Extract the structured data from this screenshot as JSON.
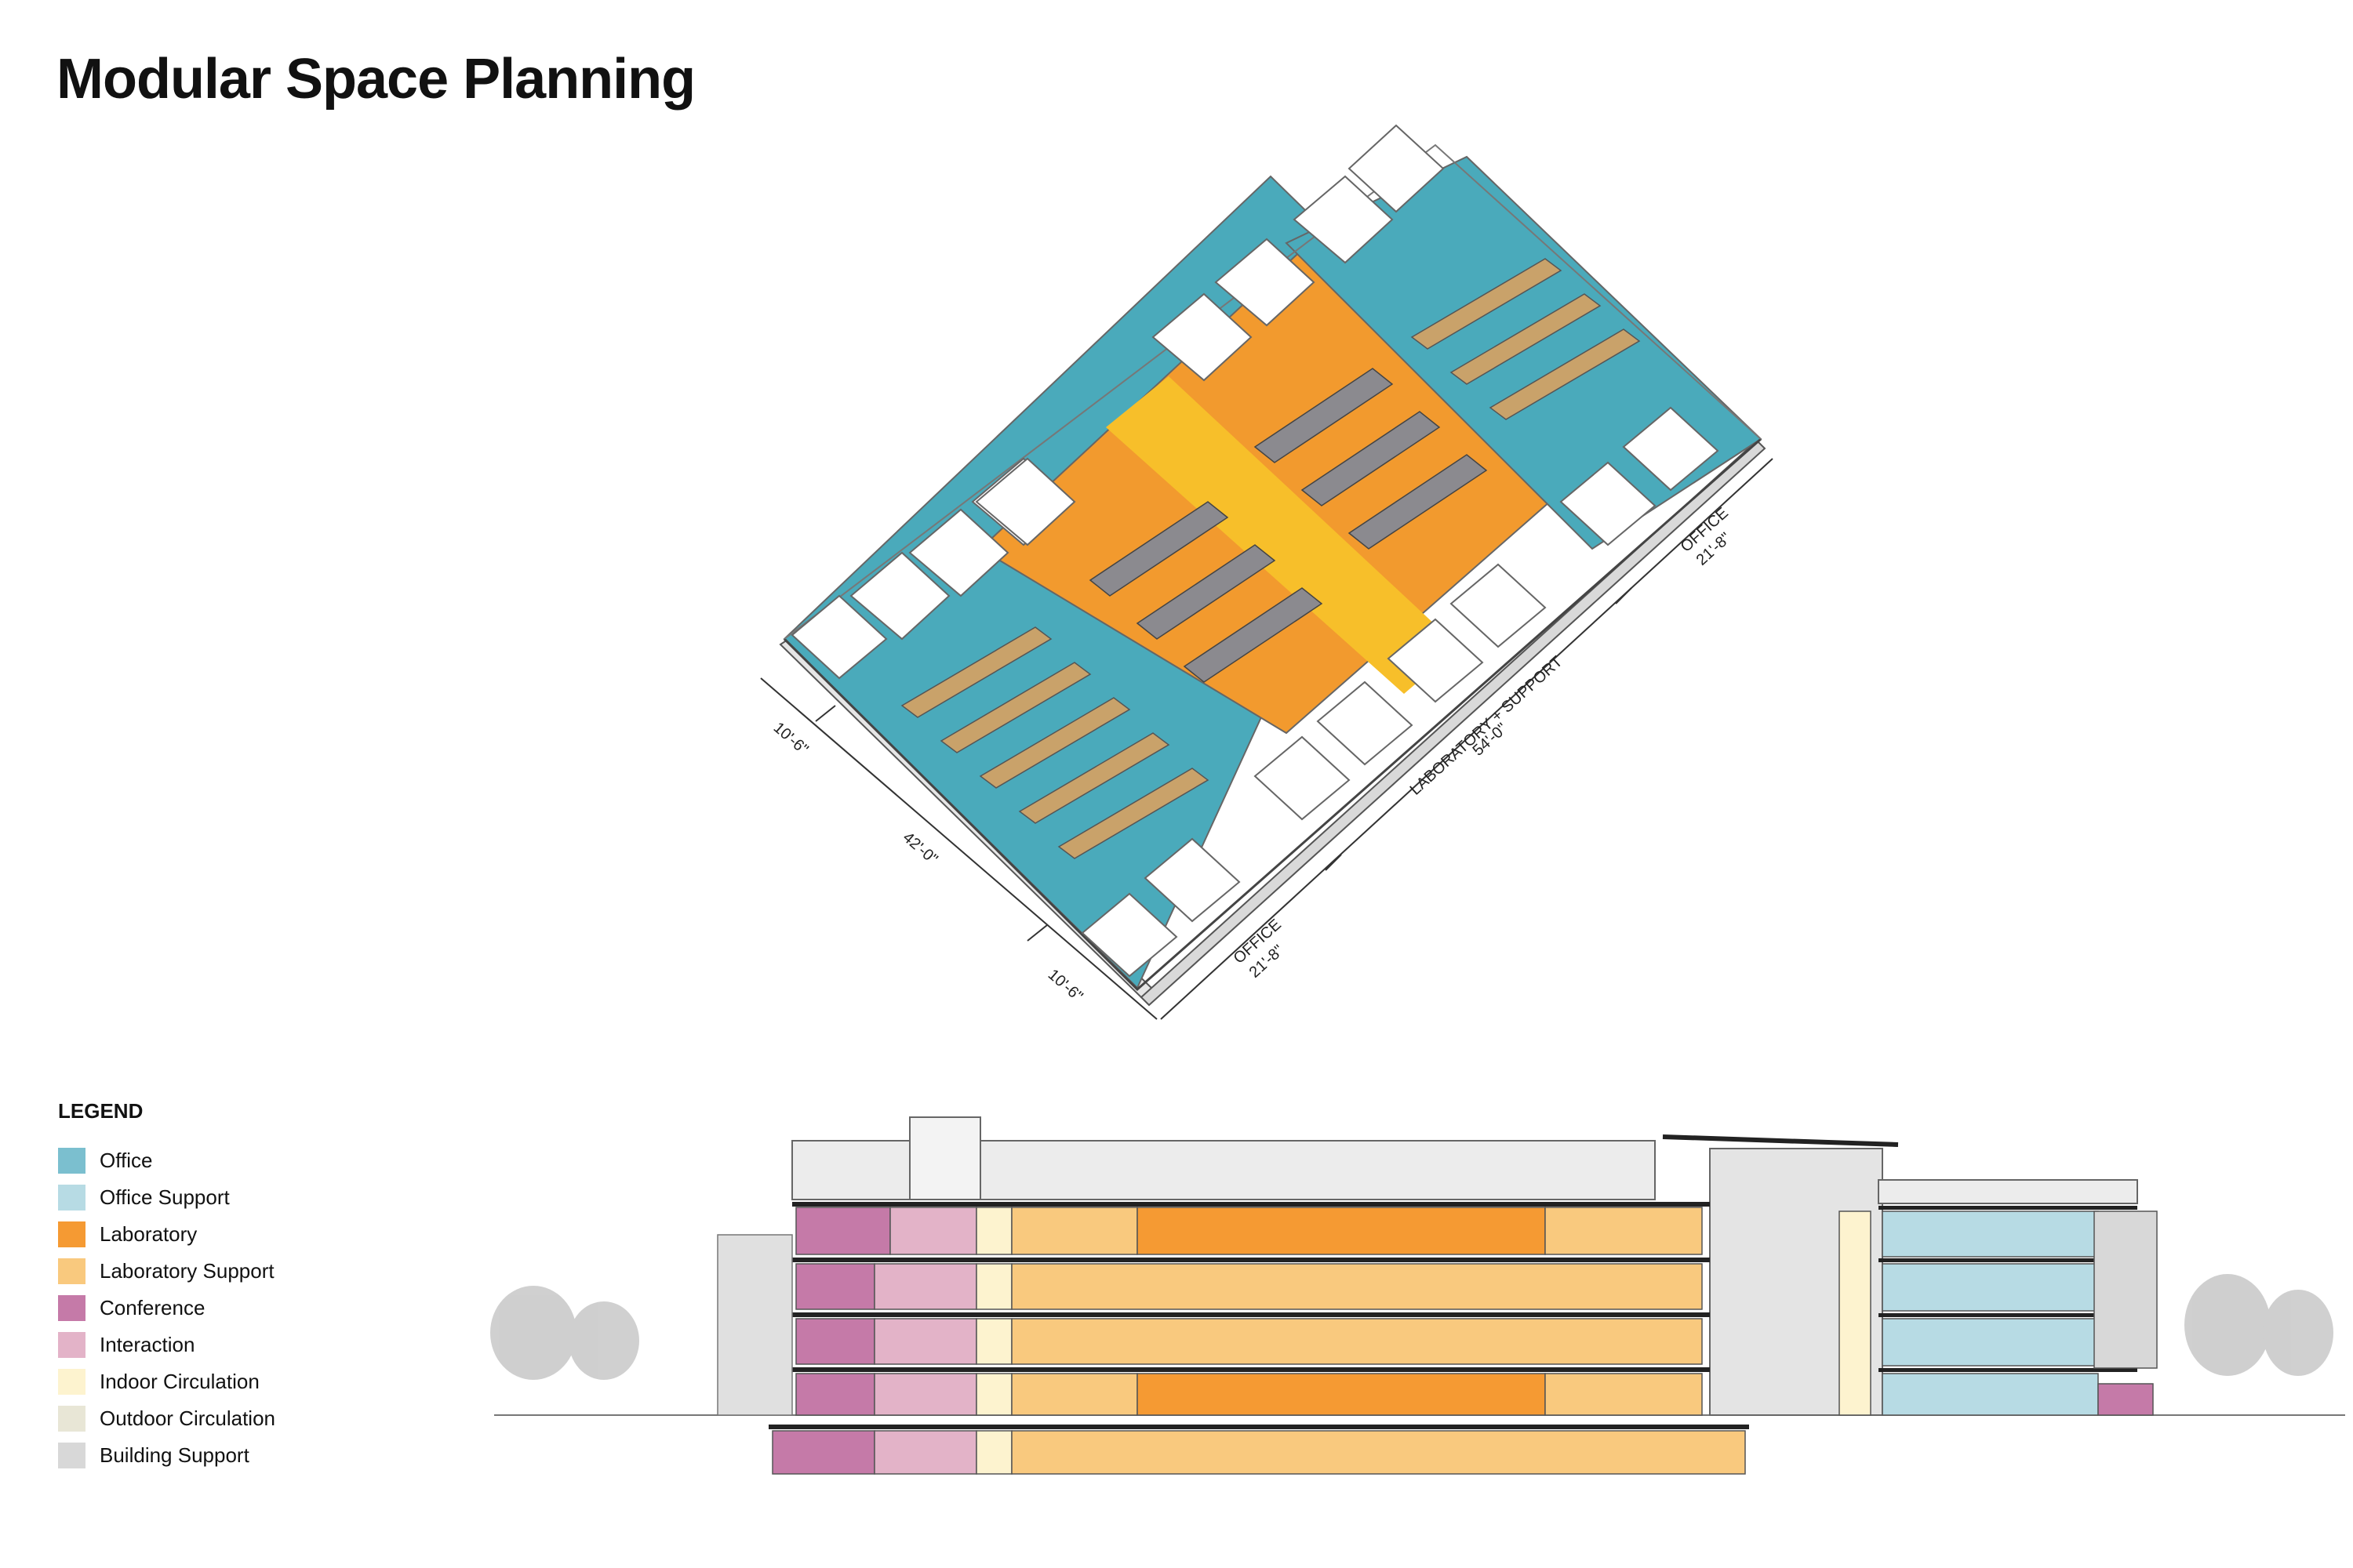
{
  "title": "Modular Space Planning",
  "dimensions": {
    "office_top": "OFFICE",
    "office_top_size": "21'-8\"",
    "lab": "LABORATORY + SUPPORT",
    "lab_size": "54'-0\"",
    "office_bottom": "OFFICE",
    "office_bottom_size": "21'-8\"",
    "side_a": "10'-6\"",
    "side_b": "42'-0\"",
    "side_c": "10'-6\""
  },
  "legend": {
    "title": "LEGEND",
    "items": [
      {
        "label": "Office",
        "color": "#7bbfcf"
      },
      {
        "label": "Office Support",
        "color": "#b7dbe4"
      },
      {
        "label": "Laboratory",
        "color": "#f59a33"
      },
      {
        "label": "Laboratory Support",
        "color": "#f9c97e"
      },
      {
        "label": "Conference",
        "color": "#c57aa8"
      },
      {
        "label": "Interaction",
        "color": "#e3b3c8"
      },
      {
        "label": "Indoor Circulation",
        "color": "#fdf3cf"
      },
      {
        "label": "Outdoor Circulation",
        "color": "#e8e6d6"
      },
      {
        "label": "Building Support",
        "color": "#d8d8d8"
      }
    ]
  }
}
